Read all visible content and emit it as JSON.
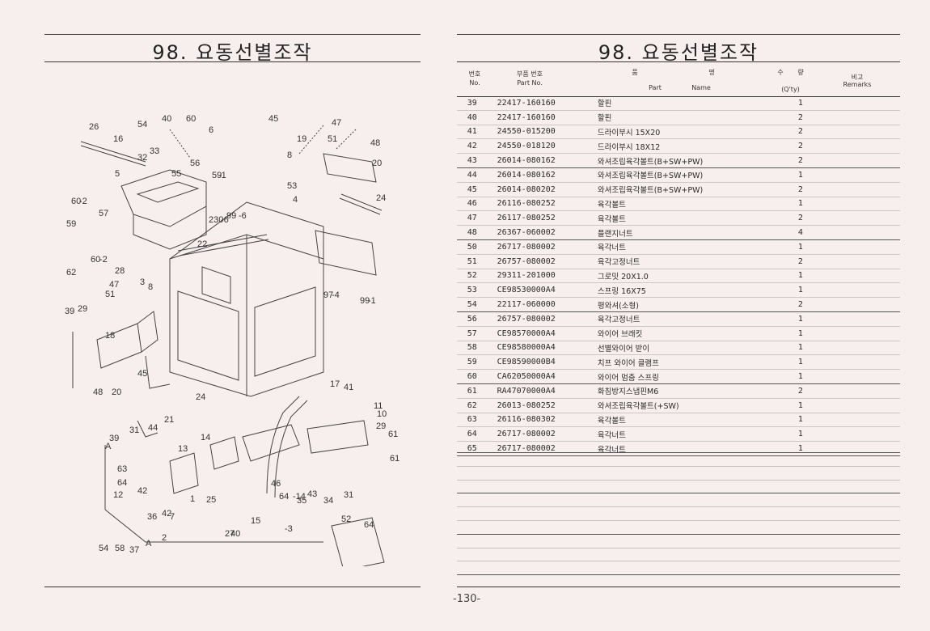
{
  "left_page": {
    "title": "98. 요동선별조작",
    "callouts": [
      "26",
      "16",
      "54",
      "40",
      "60",
      "6",
      "45",
      "47",
      "19",
      "51",
      "48",
      "20",
      "33",
      "32",
      "56",
      "55",
      "5",
      "8",
      "59",
      "-1",
      "53",
      "4",
      "24",
      "60",
      "-2",
      "57",
      "230",
      "-6",
      "99",
      "-6",
      "59",
      "22",
      "60",
      "-2",
      "62",
      "28",
      "47",
      "8",
      "3",
      "51",
      "39",
      "29",
      "18",
      "97",
      "-4",
      "99",
      "-1",
      "45",
      "48",
      "20",
      "24",
      "21",
      "44",
      "17",
      "41",
      "11",
      "10",
      "29",
      "61",
      "61",
      "31",
      "39",
      "13",
      "14",
      "63",
      "64",
      "12",
      "42",
      "1",
      "25",
      "42",
      "7",
      "2",
      "36",
      "43",
      "46",
      "35",
      "34",
      "31",
      "64",
      "-14",
      "15",
      "52",
      "64",
      "-3",
      "27",
      "40",
      "54",
      "58",
      "37",
      "A",
      "A"
    ]
  },
  "right_page": {
    "title": "98. 요동선별조작",
    "header": {
      "no_ko": "번호",
      "no_en": "No.",
      "part_ko": "부품 번호",
      "part_en": "Part No.",
      "name_ko_1": "품",
      "name_ko_2": "명",
      "name_en_1": "Part",
      "name_en_2": "Name",
      "qty_ko_1": "수",
      "qty_ko_2": "량",
      "qty_en": "(Q'ty)",
      "remarks_ko": "비고",
      "remarks_en": "Remarks"
    },
    "rows": [
      {
        "no": "39",
        "part": "22417-160160",
        "name": "할핀",
        "qty": "1"
      },
      {
        "no": "40",
        "part": "22417-160160",
        "name": "할핀",
        "qty": "2"
      },
      {
        "no": "41",
        "part": "24550-015200",
        "name": "드라이부시 15X20",
        "qty": "2"
      },
      {
        "no": "42",
        "part": "24550-018120",
        "name": "드라이부시 18X12",
        "qty": "2"
      },
      {
        "no": "43",
        "part": "26014-080162",
        "name": "와셔조립육각볼트(B+SW+PW)",
        "qty": "2"
      },
      {
        "no": "44",
        "part": "26014-080162",
        "name": "와셔조립육각볼트(B+SW+PW)",
        "qty": "1"
      },
      {
        "no": "45",
        "part": "26014-080202",
        "name": "와셔조립육각볼트(B+SW+PW)",
        "qty": "2"
      },
      {
        "no": "46",
        "part": "26116-080252",
        "name": "육각볼트",
        "qty": "1"
      },
      {
        "no": "47",
        "part": "26117-080252",
        "name": "육각볼트",
        "qty": "2"
      },
      {
        "no": "48",
        "part": "26367-060002",
        "name": "플랜지너트",
        "qty": "4"
      },
      {
        "no": "50",
        "part": "26717-080002",
        "name": "육각너트",
        "qty": "1"
      },
      {
        "no": "51",
        "part": "26757-080002",
        "name": "육각고정너트",
        "qty": "2"
      },
      {
        "no": "52",
        "part": "29311-201000",
        "name": "그로밋 20X1.0",
        "qty": "1"
      },
      {
        "no": "53",
        "part": "CE98530000A4",
        "name": "스프링 16X75",
        "qty": "1"
      },
      {
        "no": "54",
        "part": "22117-060000",
        "name": "평와셔(소형)",
        "qty": "2"
      },
      {
        "no": "56",
        "part": "26757-080002",
        "name": "육각고정너트",
        "qty": "1"
      },
      {
        "no": "57",
        "part": "CE98570000A4",
        "name": "와이어 브래킷",
        "qty": "1"
      },
      {
        "no": "58",
        "part": "CE98580000A4",
        "name": "선별와이어 받이",
        "qty": "1"
      },
      {
        "no": "59",
        "part": "CE98590000B4",
        "name": "치프 와이어 클램프",
        "qty": "1"
      },
      {
        "no": "60",
        "part": "CA62050000A4",
        "name": "와이어 멈춤 스프링",
        "qty": "1"
      },
      {
        "no": "61",
        "part": "RA47070000A4",
        "name": "화침방지스냅핀M6",
        "qty": "2"
      },
      {
        "no": "62",
        "part": "26013-080252",
        "name": "와셔조립육각볼트(+SW)",
        "qty": "1"
      },
      {
        "no": "63",
        "part": "26116-080302",
        "name": "육각볼트",
        "qty": "1"
      },
      {
        "no": "64",
        "part": "26717-080002",
        "name": "육각너트",
        "qty": "1"
      },
      {
        "no": "65",
        "part": "26717-080002",
        "name": "육각너트",
        "qty": "1"
      }
    ],
    "page_number": "-130-"
  }
}
